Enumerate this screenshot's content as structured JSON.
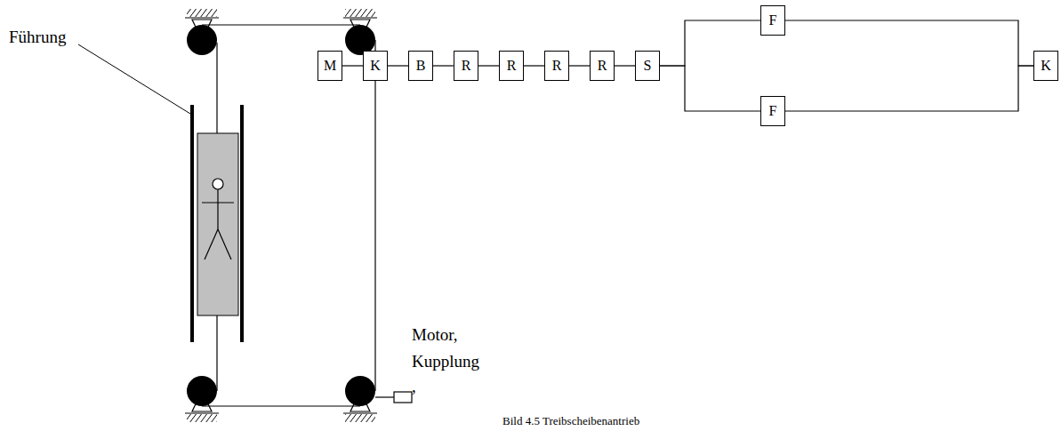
{
  "diagram": {
    "caption": "Bild 4.5 Treibscheibenantrieb",
    "nodes": [
      {
        "text": [
          "M"
        ]
      },
      {
        "text": [
          "K"
        ]
      },
      {
        "text": [
          "B"
        ]
      },
      {
        "text": [
          "R"
        ]
      },
      {
        "text": [
          "R"
        ]
      },
      {
        "text": [
          "R"
        ]
      },
      {
        "text": [
          "R"
        ]
      },
      {
        "text": [
          "S"
        ]
      },
      {
        "text": [
          "F"
        ]
      },
      {
        "text": [
          "F"
        ]
      },
      {
        "text": [
          "K"
        ]
      }
    ],
    "edges": [
      {
        "from": 0,
        "to": 1,
        "arrow": "none"
      },
      {
        "from": 1,
        "to": 2,
        "arrow": "none"
      },
      {
        "from": 2,
        "to": 3,
        "arrow": "none"
      },
      {
        "from": 3,
        "to": 4,
        "arrow": "none"
      },
      {
        "from": 4,
        "to": 5,
        "arrow": "none"
      },
      {
        "from": 5,
        "to": 6,
        "arrow": "none"
      },
      {
        "from": 6,
        "to": 7,
        "arrow": "none"
      },
      {
        "from": 7,
        "to": 8,
        "arrow": "none"
      },
      {
        "from": 7,
        "to": 9,
        "arrow": "none"
      },
      {
        "from": 8,
        "to": 10,
        "arrow": "none"
      },
      {
        "from": 9,
        "to": 10,
        "arrow": "none"
      }
    ],
    "labels": [
      "Führung",
      "Motor, Kupplung",
      ","
    ]
  }
}
